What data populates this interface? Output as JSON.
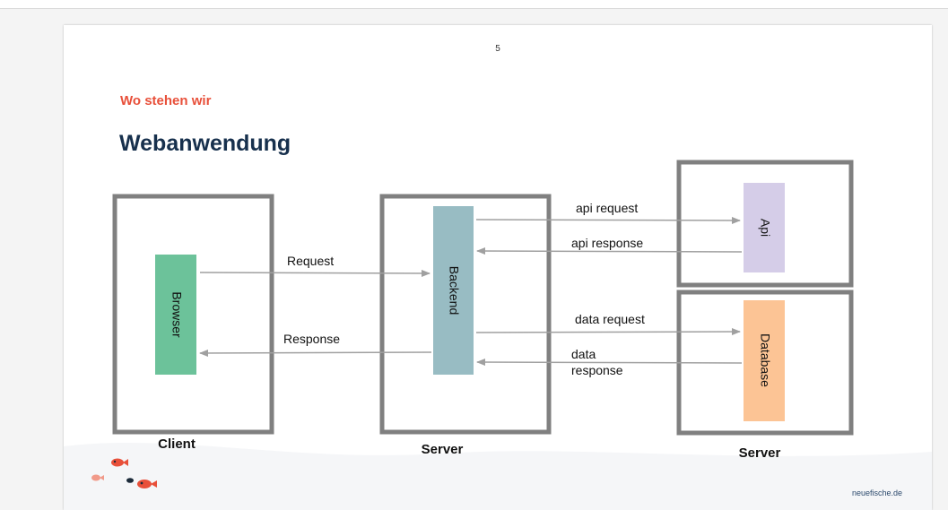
{
  "page_number": "5",
  "kicker": "Wo stehen wir",
  "title": "Webanwendung",
  "footer_brand": "neuefische.de",
  "colors": {
    "accent": "#e8503a",
    "title": "#17304d",
    "box_border": "#808080",
    "arrow": "#a0a0a0",
    "browser": "#6cc29a",
    "backend": "#98bcc3",
    "api": "#d5cde8",
    "database": "#fcc495",
    "brand": "#2c4a6d"
  },
  "diagram": {
    "nodes": {
      "browser": "Browser",
      "backend": "Backend",
      "api": "Api",
      "database": "Database"
    },
    "containers": {
      "client": "Client",
      "server_backend": "Server",
      "server_services": "Server"
    },
    "edges": {
      "request": "Request",
      "response": "Response",
      "api_request": "api request",
      "api_response": "api response",
      "data_request": "data request",
      "data_response_line1": "data",
      "data_response_line2": "response"
    }
  },
  "decor": {
    "mascot": "fish-swarm-icon"
  }
}
